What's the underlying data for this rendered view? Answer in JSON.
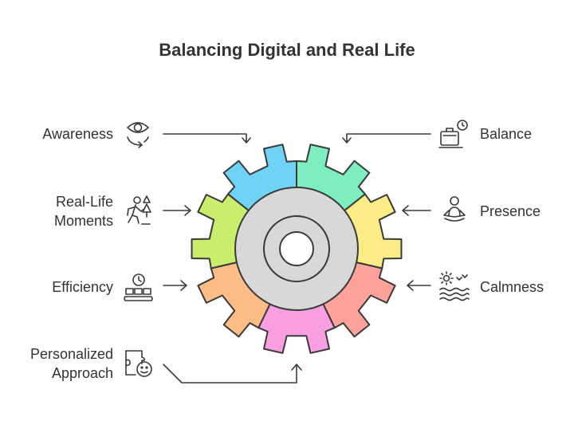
{
  "title": "Balancing Digital and Real Life",
  "left_items": [
    {
      "label": "Awareness",
      "icon": "eye-icon"
    },
    {
      "label": "Real-Life\nMoments",
      "icon": "hiking-icon"
    },
    {
      "label": "Efficiency",
      "icon": "conveyor-icon"
    },
    {
      "label": "Personalized\nApproach",
      "icon": "puzzle-face-icon"
    }
  ],
  "right_items": [
    {
      "label": "Balance",
      "icon": "scale-icon"
    },
    {
      "label": "Presence",
      "icon": "meditation-icon"
    },
    {
      "label": "Calmness",
      "icon": "sea-sun-icon"
    }
  ],
  "segment_colors": {
    "awareness": "#6fd3f5",
    "balance": "#7eeec0",
    "presence": "#fcec86",
    "calmness": "#fda29a",
    "personalized": "#fb9fe3",
    "efficiency": "#fdbd84",
    "real_life_moments": "#c9ee6c",
    "hub": "#d8d8d8"
  }
}
